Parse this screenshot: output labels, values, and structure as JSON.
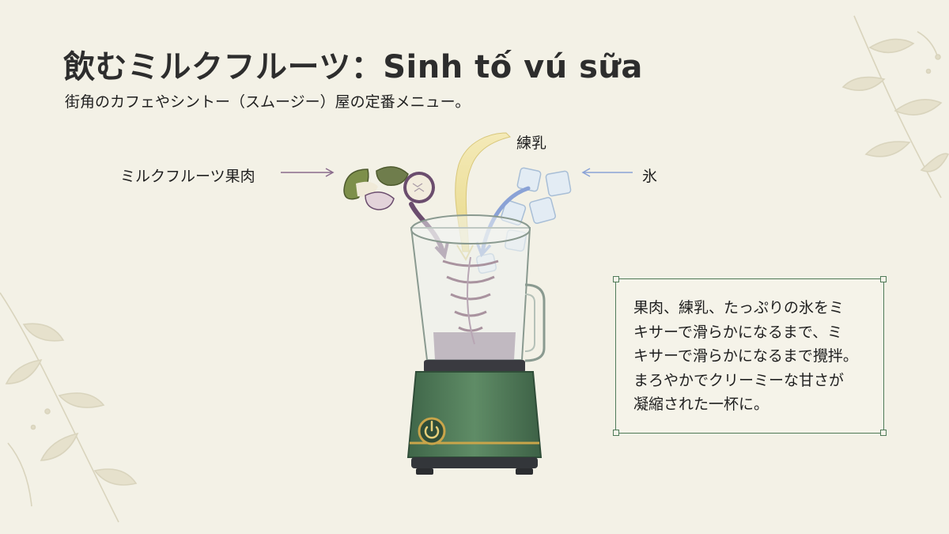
{
  "title": "飲むミルクフルーツ：Sinh tố vú sữa",
  "subtitle": "街角のカフェやシントー（スムージー）屋の定番メニュー。",
  "labels": {
    "fruit": "ミルクフルーツ果肉",
    "milk": "練乳",
    "ice": "氷"
  },
  "description": {
    "lines": [
      "果肉、練乳、たっぷりの氷をミ",
      "キサーで滑らかになるまで、ミ",
      "キサーで滑らかになるまで攪拌。",
      "まろやかでクリーミーな甘さが",
      "凝縮された一杯に。"
    ]
  },
  "colors": {
    "background": "#f3f1e6",
    "fruit_arrow": "#6b4d6e",
    "milk_arrow": "#e7da8f",
    "ice_arrow": "#8aa2d6",
    "blender_base": "#4f7a58",
    "box_border": "#4f7a58"
  },
  "icons": [
    "power-icon",
    "leaf-decoration",
    "ice-cube-icon",
    "fruit-slice-icon"
  ]
}
